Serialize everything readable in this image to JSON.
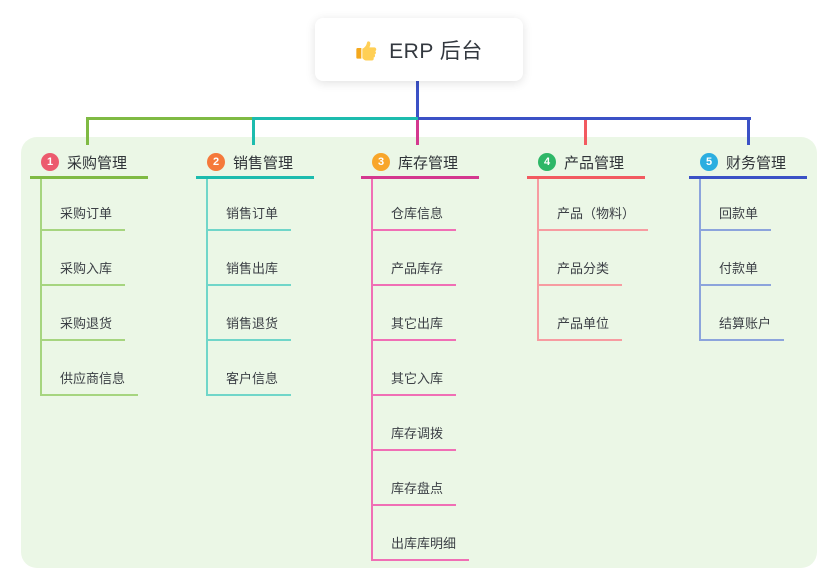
{
  "root": {
    "title": "ERP 后台",
    "icon": "thumbs-up-icon"
  },
  "colors": {
    "panel_bg": "#ebf7e6",
    "root_connector": "#3b51c6"
  },
  "branches": [
    {
      "badge": "1",
      "title": "采购管理",
      "badge_color": "#ec5b6e",
      "line_color": "#7fba43",
      "child_line_color": "#a6d57f",
      "children": [
        "采购订单",
        "采购入库",
        "采购退货",
        "供应商信息"
      ]
    },
    {
      "badge": "2",
      "title": "销售管理",
      "badge_color": "#f5793b",
      "line_color": "#1cbcae",
      "child_line_color": "#70d6c9",
      "children": [
        "销售订单",
        "销售出库",
        "销售退货",
        "客户信息"
      ]
    },
    {
      "badge": "3",
      "title": "库存管理",
      "badge_color": "#f8a62a",
      "line_color": "#d4388f",
      "child_line_color": "#f06fb5",
      "children": [
        "仓库信息",
        "产品库存",
        "其它出库",
        "其它入库",
        "库存调拨",
        "库存盘点",
        "出库库明细"
      ]
    },
    {
      "badge": "4",
      "title": "产品管理",
      "badge_color": "#2eb767",
      "line_color": "#f25a60",
      "child_line_color": "#f79ca1",
      "children": [
        "产品（物料）",
        "产品分类",
        "产品单位"
      ]
    },
    {
      "badge": "5",
      "title": "财务管理",
      "badge_color": "#2baee0",
      "line_color": "#3b51c6",
      "child_line_color": "#8ca4dc",
      "children": [
        "回款单",
        "付款单",
        "结算账户"
      ]
    }
  ]
}
